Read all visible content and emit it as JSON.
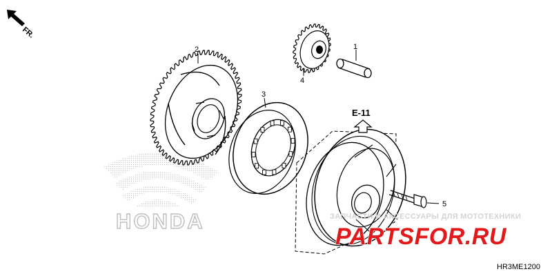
{
  "orientation": {
    "arrow_label": "FR.",
    "icon": "front-direction-arrow-icon"
  },
  "callouts": {
    "c1": "1",
    "c2": "2",
    "c3": "3",
    "c4": "4",
    "c5": "5"
  },
  "reference": {
    "label": "E-11",
    "icon": "reference-up-arrow-icon"
  },
  "watermark": {
    "brand": "HONDA",
    "shop_text": "ЗАПЧАСТИ И АКСЕССУАРЫ ДЛЯ МОТОТЕХНИКИ",
    "shop_logo": "PARTSFOR.RU"
  },
  "diagram_code": "HR3ME1200",
  "colors": {
    "line": "#000000",
    "watermark_gray": "#cfcfcf",
    "watermark_red": "#e2191b"
  }
}
